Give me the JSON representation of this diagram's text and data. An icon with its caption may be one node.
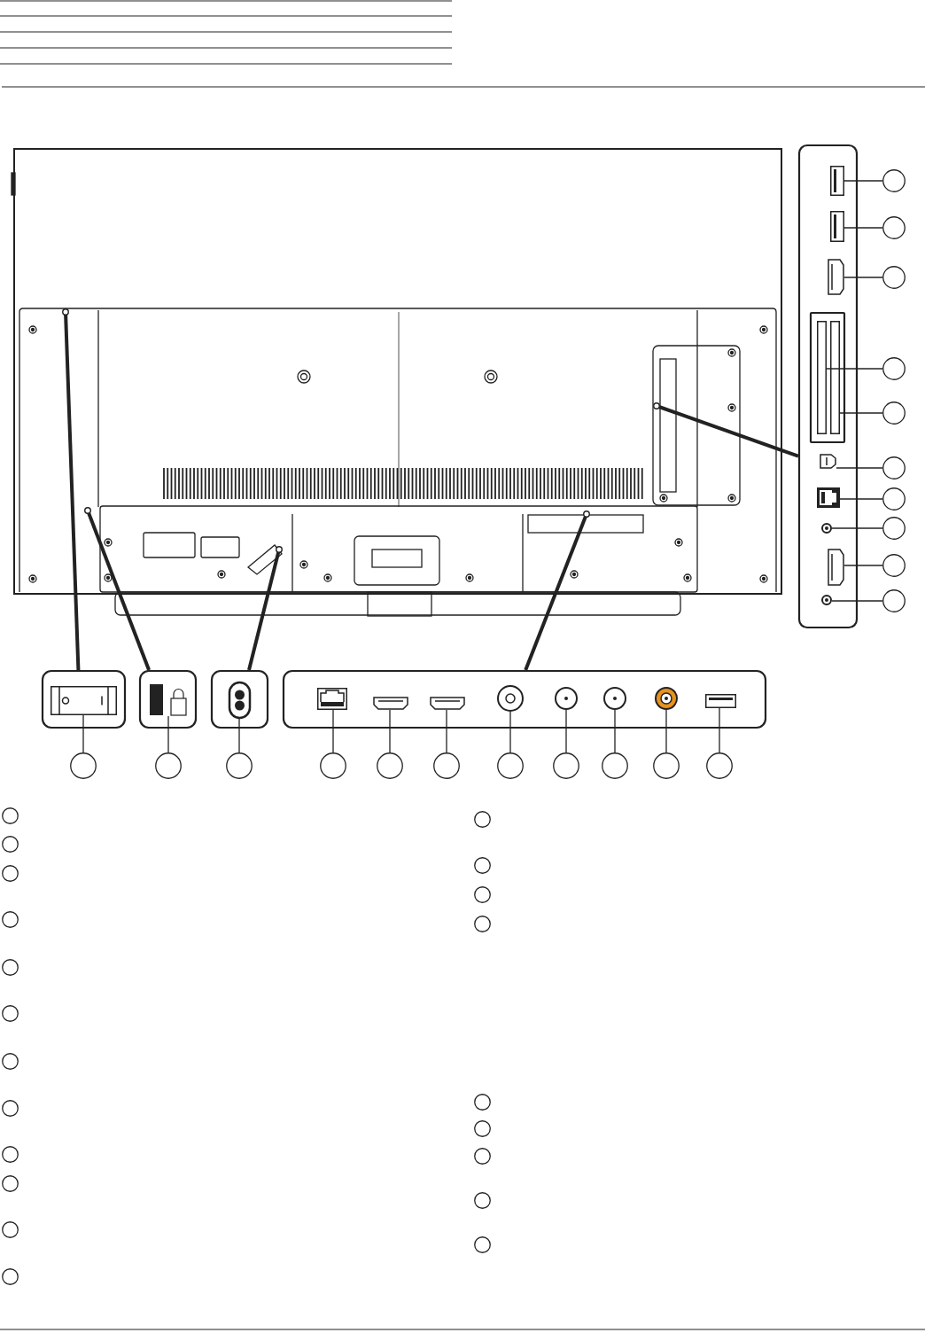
{
  "diagram": {
    "nodes": [
      {
        "text": [],
        "shape": "box"
      },
      {
        "text": [],
        "shape": "picture",
        "in": 0
      },
      {
        "text": [],
        "shape": "picture",
        "in": 0
      },
      {
        "text": [],
        "shape": "picture",
        "in": 0
      },
      {
        "text": [],
        "shape": "box",
        "in": 0
      },
      {
        "text": [],
        "shape": "bar",
        "in": 4
      },
      {
        "text": [],
        "shape": "bar",
        "in": 4
      },
      {
        "text": [],
        "shape": "picture",
        "in": 0
      },
      {
        "text": [],
        "shape": "picture",
        "in": 0
      },
      {
        "text": [],
        "shape": "picture",
        "in": 0
      },
      {
        "text": [],
        "shape": "picture",
        "in": 0
      },
      {
        "text": [],
        "shape": "picture",
        "in": 0
      },
      {
        "text": [],
        "shape": "circle"
      },
      {
        "text": [],
        "shape": "circle"
      },
      {
        "text": [],
        "shape": "circle"
      },
      {
        "text": [],
        "shape": "circle"
      },
      {
        "text": [],
        "shape": "circle"
      },
      {
        "text": [],
        "shape": "circle"
      },
      {
        "text": [],
        "shape": "circle"
      },
      {
        "text": [],
        "shape": "circle"
      },
      {
        "text": [],
        "shape": "circle"
      },
      {
        "text": [],
        "shape": "circle"
      },
      {
        "text": [],
        "shape": "box"
      },
      {
        "text": [],
        "shape": "picture",
        "in": 22
      },
      {
        "text": [],
        "shape": "box"
      },
      {
        "text": [],
        "shape": "picture",
        "in": 24
      },
      {
        "text": [],
        "shape": "box"
      },
      {
        "text": [],
        "shape": "picture",
        "in": 26
      },
      {
        "text": [],
        "shape": "box"
      },
      {
        "text": [],
        "shape": "picture",
        "in": 28
      },
      {
        "text": [],
        "shape": "picture",
        "in": 28
      },
      {
        "text": [],
        "shape": "picture",
        "in": 28
      },
      {
        "text": [],
        "shape": "picture",
        "in": 28
      },
      {
        "text": [],
        "shape": "picture",
        "in": 28
      },
      {
        "text": [],
        "shape": "picture",
        "in": 28
      },
      {
        "text": [],
        "shape": "picture",
        "in": 28
      },
      {
        "text": [],
        "shape": "picture",
        "in": 28
      },
      {
        "text": [],
        "shape": "circle"
      },
      {
        "text": [],
        "shape": "circle"
      },
      {
        "text": [],
        "shape": "circle"
      },
      {
        "text": [],
        "shape": "circle"
      },
      {
        "text": [],
        "shape": "circle"
      },
      {
        "text": [],
        "shape": "circle"
      },
      {
        "text": [],
        "shape": "circle"
      },
      {
        "text": [],
        "shape": "circle"
      },
      {
        "text": [],
        "shape": "circle"
      },
      {
        "text": [],
        "shape": "circle"
      },
      {
        "text": [],
        "shape": "circle"
      },
      {
        "text": [],
        "shape": "circle"
      },
      {
        "text": [],
        "shape": "circle"
      },
      {
        "text": [],
        "shape": "circle"
      },
      {
        "text": [],
        "shape": "circle"
      },
      {
        "text": [],
        "shape": "circle"
      },
      {
        "text": [],
        "shape": "circle"
      },
      {
        "text": [],
        "shape": "circle"
      },
      {
        "text": [],
        "shape": "circle"
      },
      {
        "text": [],
        "shape": "circle"
      },
      {
        "text": [],
        "shape": "circle"
      },
      {
        "text": [],
        "shape": "circle"
      },
      {
        "text": [],
        "shape": "circle"
      },
      {
        "text": [],
        "shape": "circle"
      },
      {
        "text": [],
        "shape": "circle"
      },
      {
        "text": [],
        "shape": "circle"
      },
      {
        "text": [],
        "shape": "circle"
      },
      {
        "text": [],
        "shape": "circle"
      },
      {
        "text": [],
        "shape": "circle"
      },
      {
        "text": [],
        "shape": "circle"
      },
      {
        "text": [],
        "shape": "circle"
      },
      {
        "text": [],
        "shape": "circle"
      }
    ],
    "edges": [
      {
        "from": 1,
        "to": 12,
        "arrow": "none"
      },
      {
        "from": 2,
        "to": 13,
        "arrow": "none"
      },
      {
        "from": 3,
        "to": 14,
        "arrow": "none"
      },
      {
        "from": 5,
        "to": 15,
        "arrow": "none"
      },
      {
        "from": 6,
        "to": 16,
        "arrow": "none"
      },
      {
        "from": 7,
        "to": 17,
        "arrow": "none"
      },
      {
        "from": 8,
        "to": 18,
        "arrow": "none"
      },
      {
        "from": 9,
        "to": 19,
        "arrow": "none"
      },
      {
        "from": 10,
        "to": 20,
        "arrow": "none"
      },
      {
        "from": 11,
        "to": 21,
        "arrow": "none"
      },
      {
        "from": 23,
        "to": 37,
        "arrow": "none"
      },
      {
        "from": 25,
        "to": 38,
        "arrow": "none"
      },
      {
        "from": 27,
        "to": 39,
        "arrow": "none"
      },
      {
        "from": 29,
        "to": 40,
        "arrow": "none"
      },
      {
        "from": 30,
        "to": 41,
        "arrow": "none"
      },
      {
        "from": 31,
        "to": 42,
        "arrow": "none"
      },
      {
        "from": 32,
        "to": 43,
        "arrow": "none"
      },
      {
        "from": 33,
        "to": 44,
        "arrow": "none"
      },
      {
        "from": 34,
        "to": 45,
        "arrow": "none"
      },
      {
        "from": 35,
        "to": 46,
        "arrow": "none"
      },
      {
        "from": 36,
        "to": 47,
        "arrow": "none"
      },
      {
        "from": null,
        "to": 22,
        "arrow": "other",
        "style": "thick"
      },
      {
        "from": null,
        "to": 24,
        "arrow": "other",
        "style": "thick"
      },
      {
        "from": null,
        "to": 26,
        "arrow": "other",
        "style": "thick"
      },
      {
        "from": null,
        "to": 28,
        "arrow": "other",
        "style": "thick"
      },
      {
        "from": null,
        "to": 0,
        "arrow": "other",
        "style": "thick"
      }
    ]
  }
}
